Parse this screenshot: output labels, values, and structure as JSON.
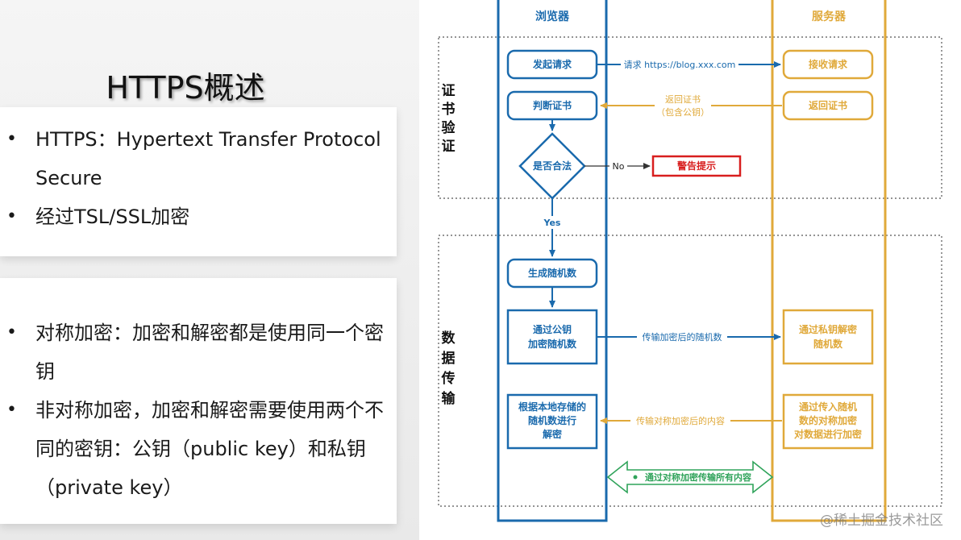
{
  "slide": {
    "title": "HTTPS概述",
    "card1_bullets": [
      "HTTPS：Hypertext Transfer Protocol Secure",
      "经过TSL/SSL加密"
    ],
    "card2_bullets": [
      "对称加密：加密和解密都是使用同一个密钥",
      "非对称加密，加密和解密需要使用两个不同的密钥：公钥（public key）和私钥（private key）"
    ],
    "bullet_glyph": "•"
  },
  "diagram": {
    "lanes": {
      "browser": "浏览器",
      "server": "服务器"
    },
    "sections": {
      "cert": "证书验证",
      "data": "数据传输"
    },
    "nodes": {
      "send_request": "发起请求",
      "receive_request": "接收请求",
      "check_cert_line1": "判断证书",
      "return_cert_server": "返回证书",
      "is_valid": "是否合法",
      "warning": "警告提示",
      "gen_random": "生成随机数",
      "encrypt_pub_l1": "通过公钥",
      "encrypt_pub_l2": "加密随机数",
      "decrypt_priv_l1": "通过私钥解密",
      "decrypt_priv_l2": "随机数",
      "browser_decrypt_l1": "根据本地存储的",
      "browser_decrypt_l2": "随机数进行",
      "browser_decrypt_l3": "解密",
      "server_encrypt_l1": "通过传入随机",
      "server_encrypt_l2": "数的对称加密",
      "server_encrypt_l3": "对数据进行加密"
    },
    "edges": {
      "request_url": "请求 https://blog.xxx.com",
      "return_cert_l1": "返回证书",
      "return_cert_l2": "（包含公钥）",
      "no": "No",
      "yes": "Yes",
      "send_encrypted_random": "传输加密后的随机数",
      "send_sym_content": "传输对称加密后的内容",
      "all_content": "通过对称加密传输所有内容"
    },
    "colors": {
      "blue": "#1a6aad",
      "orange": "#e0a93a",
      "red": "#d81e1e",
      "green": "#2fa35a"
    }
  },
  "watermark": "@稀土掘金技术社区"
}
